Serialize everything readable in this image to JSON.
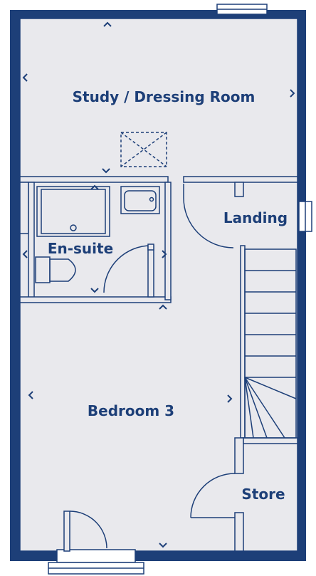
{
  "rooms": {
    "study": "Study / Dressing Room",
    "landing": "Landing",
    "ensuite": "En-suite",
    "bedroom": "Bedroom 3",
    "store": "Store"
  },
  "colors": {
    "wall": "#1d3f78",
    "floor": "#e9e9ed",
    "background": "#ffffff"
  },
  "icons": {
    "dimension_marker": "chevron",
    "loft_hatch": "x-box"
  }
}
